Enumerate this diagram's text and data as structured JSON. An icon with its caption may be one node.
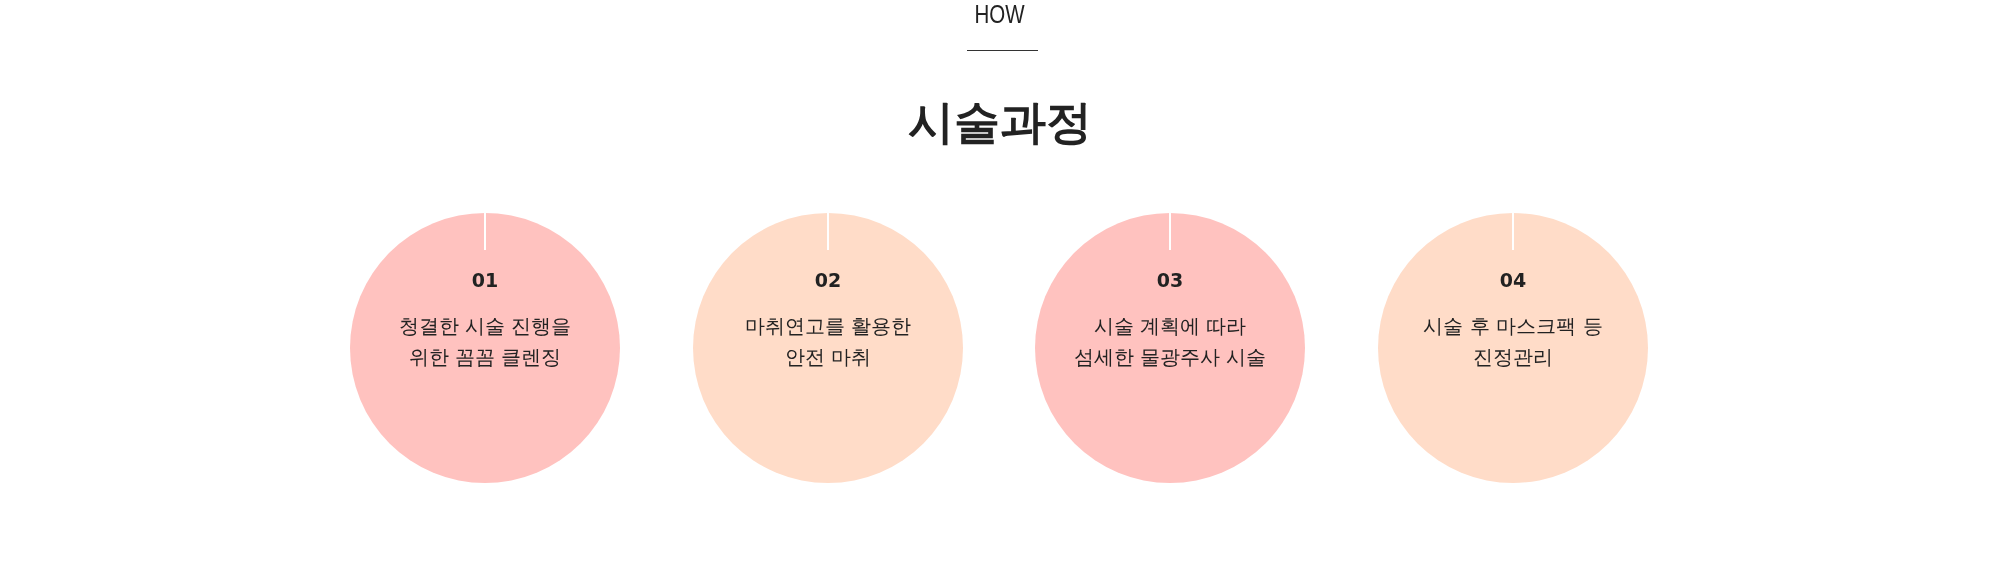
{
  "diagram": {
    "title": "시술과정",
    "nodes": [
      {
        "text": [
          "01",
          "청결한 시술 진행을 위한 꼼꼼 클렌징"
        ]
      },
      {
        "text": [
          "02",
          "마취연고를 활용한 안전 마취"
        ]
      },
      {
        "text": [
          "03",
          "시술 계획에 따라 섬세한 물광주사 시술"
        ]
      },
      {
        "text": [
          "04",
          "시술 후 마스크팩 등 진정관리"
        ]
      }
    ],
    "labels": [
      "HOW"
    ]
  }
}
